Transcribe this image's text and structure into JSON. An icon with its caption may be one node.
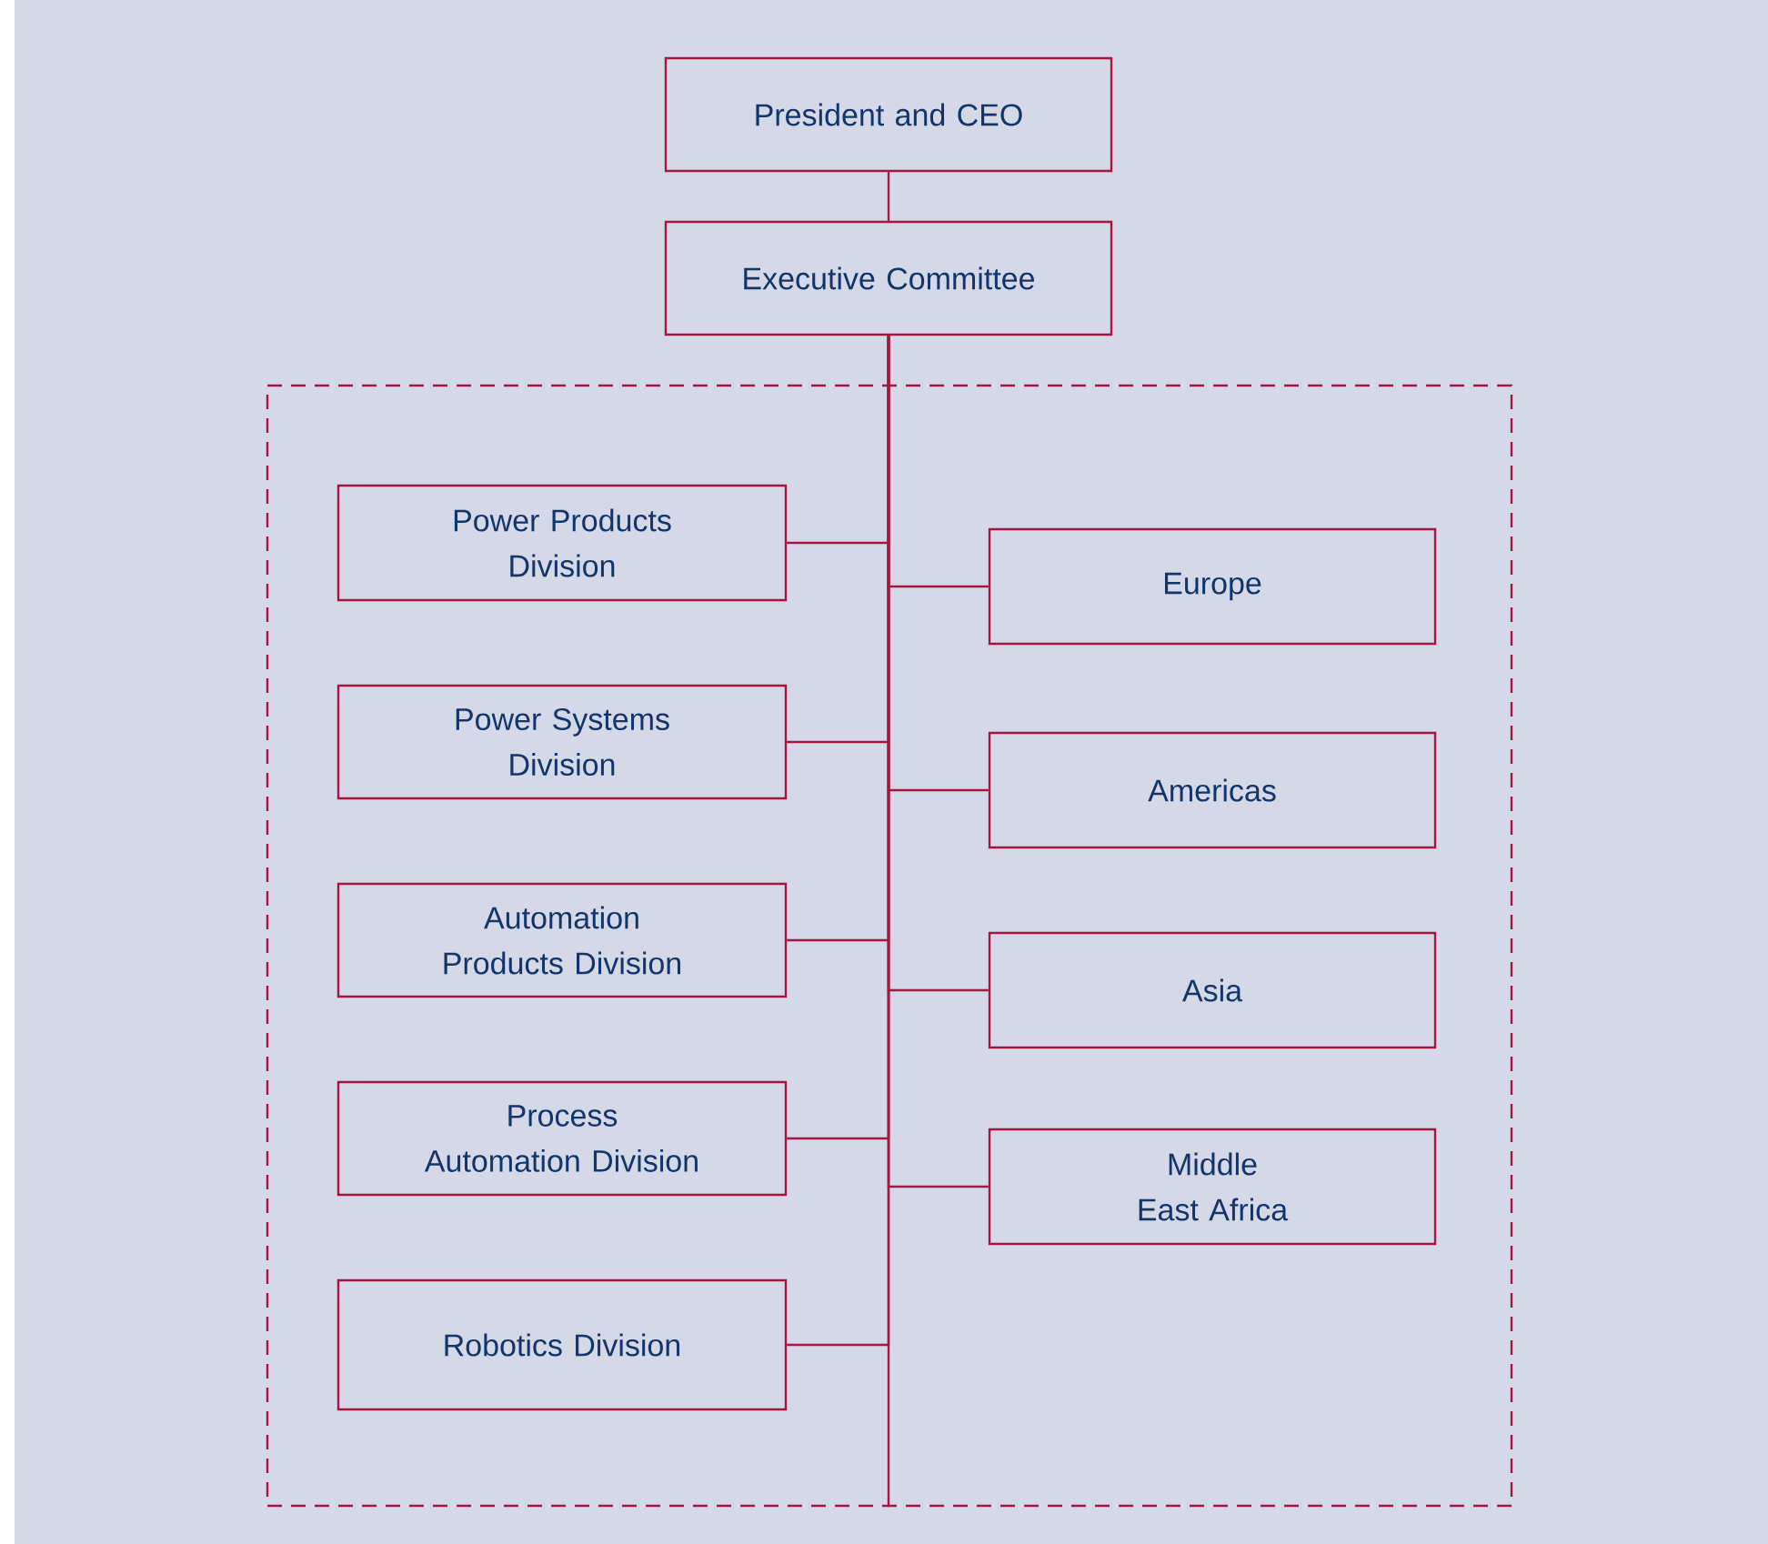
{
  "diagram": {
    "nodes": [
      {
        "text": [
          "President and CEO"
        ]
      },
      {
        "text": [
          "Executive Committee"
        ]
      },
      {
        "text": [],
        "shape": "box"
      },
      {
        "text": [
          "Power Products Division"
        ],
        "in": 2
      },
      {
        "text": [
          "Power Systems Division"
        ],
        "in": 2
      },
      {
        "text": [
          "Automation Products Division"
        ],
        "in": 2
      },
      {
        "text": [
          "Process Automation Division"
        ],
        "in": 2
      },
      {
        "text": [
          "Robotics Division"
        ],
        "in": 2
      },
      {
        "text": [
          "Europe"
        ],
        "in": 2
      },
      {
        "text": [
          "Americas"
        ],
        "in": 2
      },
      {
        "text": [
          "Asia"
        ],
        "in": 2
      },
      {
        "text": [
          "Middle East Africa"
        ],
        "in": 2
      }
    ],
    "edges": [
      {
        "from": 0,
        "to": 1,
        "arrow": "none"
      },
      {
        "from": 1,
        "to": 3,
        "arrow": "none"
      },
      {
        "from": 1,
        "to": 8,
        "arrow": "none"
      },
      {
        "from": 1,
        "to": 4,
        "arrow": "none"
      },
      {
        "from": 1,
        "to": 9,
        "arrow": "none"
      },
      {
        "from": 1,
        "to": 5,
        "arrow": "none"
      },
      {
        "from": 1,
        "to": 10,
        "arrow": "none"
      },
      {
        "from": 1,
        "to": 6,
        "arrow": "none"
      },
      {
        "from": 1,
        "to": 11,
        "arrow": "none"
      },
      {
        "from": 1,
        "to": 7,
        "arrow": "none"
      },
      {
        "from": 1,
        "to": 2,
        "arrow": "none"
      }
    ]
  }
}
